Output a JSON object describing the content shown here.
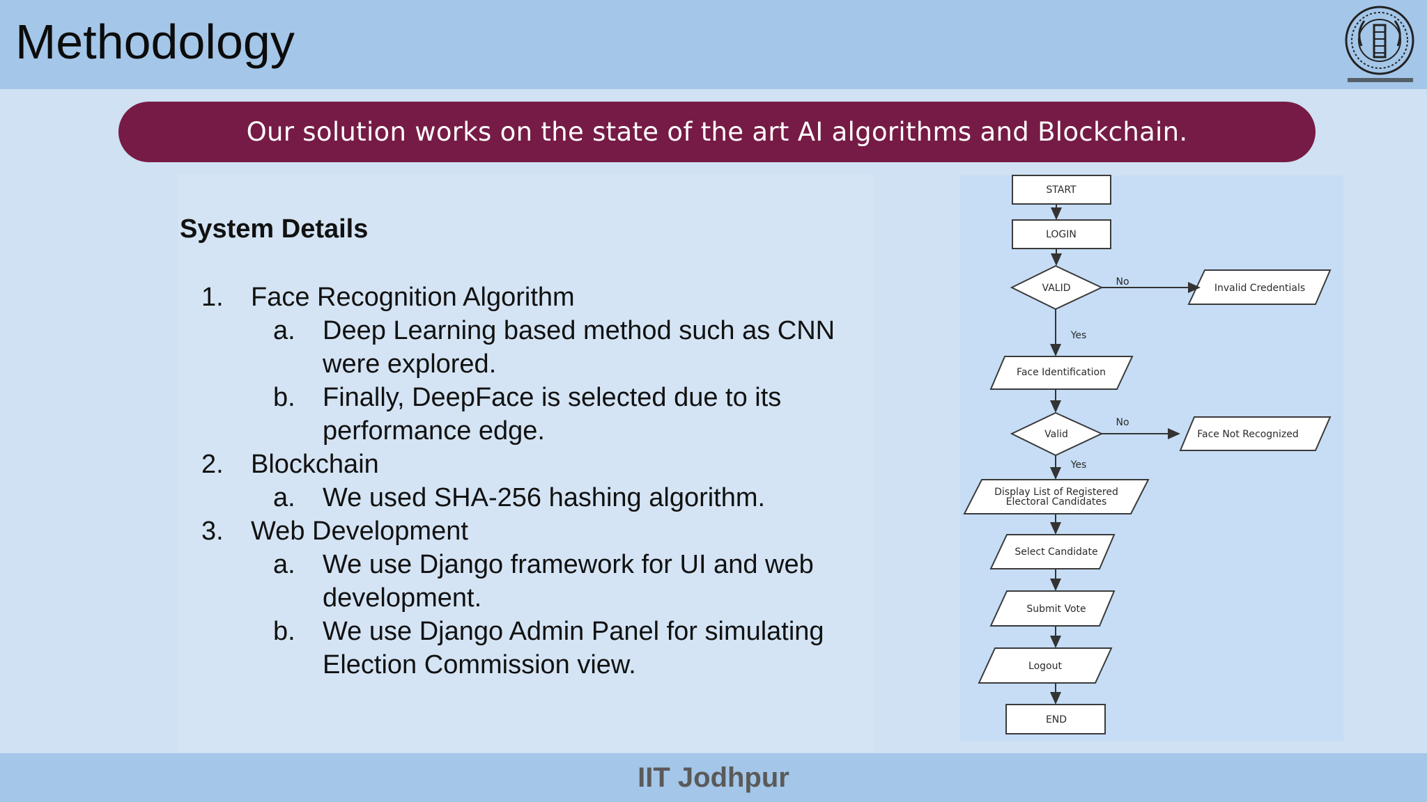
{
  "header": {
    "title": "Methodology"
  },
  "banner": {
    "text": "Our solution works on the state of the art AI algorithms and Blockchain."
  },
  "content": {
    "heading": "System Details",
    "items": [
      {
        "marker": "1.",
        "text": "Face Recognition Algorithm",
        "sub": [
          {
            "marker": "a.",
            "lines": [
              "Deep Learning based method such as CNN",
              "were explored."
            ]
          },
          {
            "marker": "b.",
            "lines": [
              "Finally, DeepFace is selected due to its",
              "performance edge."
            ]
          }
        ]
      },
      {
        "marker": "2.",
        "text": "Blockchain",
        "sub": [
          {
            "marker": "a.",
            "lines": [
              "We used SHA-256 hashing algorithm."
            ]
          }
        ]
      },
      {
        "marker": "3.",
        "text": "Web Development",
        "sub": [
          {
            "marker": "a.",
            "lines": [
              "We use Django framework for UI and web",
              "development."
            ]
          },
          {
            "marker": "b.",
            "lines": [
              "We use Django Admin Panel for simulating",
              "Election Commission view."
            ]
          }
        ]
      }
    ]
  },
  "flowchart": {
    "start": "START",
    "login": "LOGIN",
    "valid1": "VALID",
    "no1": "No",
    "invalid": "Invalid Credentials",
    "yes1": "Yes",
    "face_id": "Face Identification",
    "valid2": "Valid",
    "no2": "No",
    "face_not": "Face Not Recognized",
    "yes2": "Yes",
    "display_line1": "Display List of Registered",
    "display_line2": "Electoral Candidates",
    "select": "Select Candidate",
    "submit": "Submit Vote",
    "logout": "Logout",
    "end": "END"
  },
  "footer": {
    "text": "IIT Jodhpur"
  }
}
